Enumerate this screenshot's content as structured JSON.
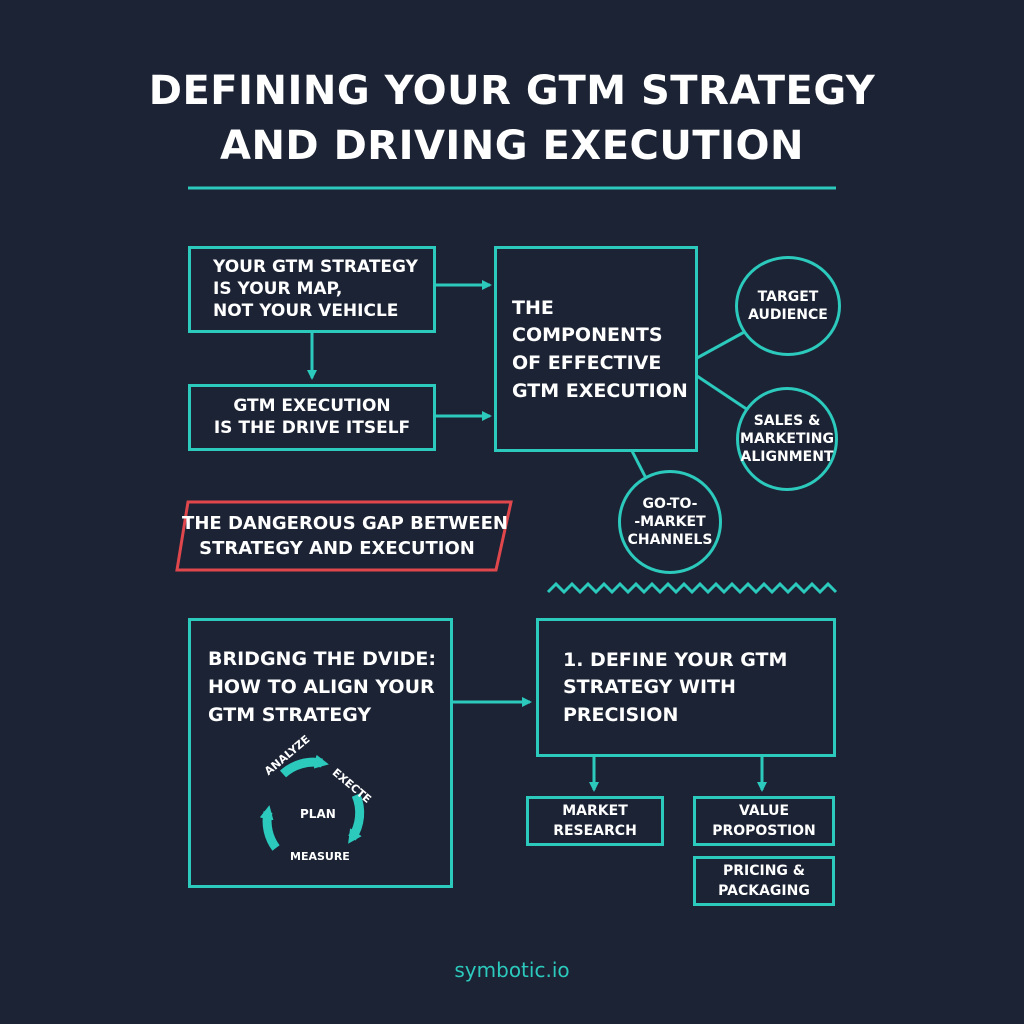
{
  "title": {
    "line1": "DEFINING YOUR GTM STRATEGY",
    "line2": "AND DRIVING EXECUTION"
  },
  "map_box": {
    "line1": "YOUR GTM STRATEGY",
    "line2": "IS YOUR MAP,",
    "line3": "NOT YOUR VEHICLE"
  },
  "drive_box": {
    "line1": "GTM EXECUTION",
    "line2": "IS THE DRIVE ITSELF"
  },
  "components_box": {
    "line1": "THE",
    "line2": "COMPONENTS",
    "line3": "OF EFFECTIVE",
    "line4": "GTM EXECUTION"
  },
  "circles": {
    "target": {
      "line1": "TARGET",
      "line2": "AUDIENCE"
    },
    "sales": {
      "line1": "SALES &",
      "line2": "MARKETING",
      "line3": "ALIGNMENT"
    },
    "channels": {
      "line1": "GO-TO-",
      "line2": "-MARKET",
      "line3": "CHANNELS"
    }
  },
  "gap_banner": {
    "line1": "THE DANGEROUS GAP BETWEEN",
    "line2": "STRATEGY AND EXECUTION"
  },
  "bridge_box": {
    "line1": "BRIDGNG THE DVIDE:",
    "line2": "HOW TO ALIGN YOUR",
    "line3": "GTM STRATEGY"
  },
  "cycle": {
    "center": "PLAN",
    "top_left": "ANALYZE",
    "top_right": "EXECTE",
    "bottom": "MEASURE"
  },
  "define_box": {
    "line1": "1. DEFINE YOUR GTM",
    "line2": "STRATEGY WITH",
    "line3": "PRECISION"
  },
  "sub_boxes": {
    "market": {
      "line1": "MARKET",
      "line2": "RESEARCH"
    },
    "value": {
      "line1": "VALUE",
      "line2": "PROPOSTION"
    },
    "pricing": {
      "line1": "PRICING &",
      "line2": "PACKAGING"
    }
  },
  "brand": "symbotic.io",
  "colors": {
    "background": "#1b2334",
    "accent": "#2cc9bd",
    "danger": "#e0474c",
    "text": "#ffffff"
  }
}
